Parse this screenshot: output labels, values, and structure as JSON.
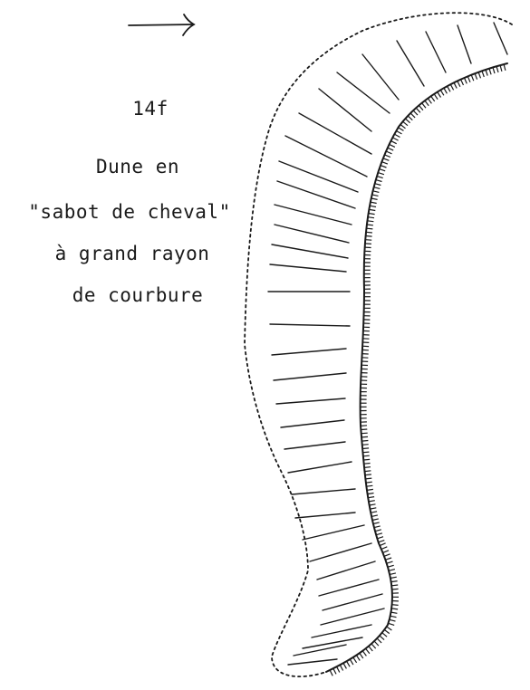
{
  "figure": {
    "number": "14f",
    "caption_lines": [
      "Dune en",
      "\"sabot de cheval\"",
      "à grand rayon",
      "de courbure"
    ]
  },
  "diagram": {
    "arrow_icon": "right-arrow-icon",
    "stroke_color": "#1a1a1a"
  }
}
